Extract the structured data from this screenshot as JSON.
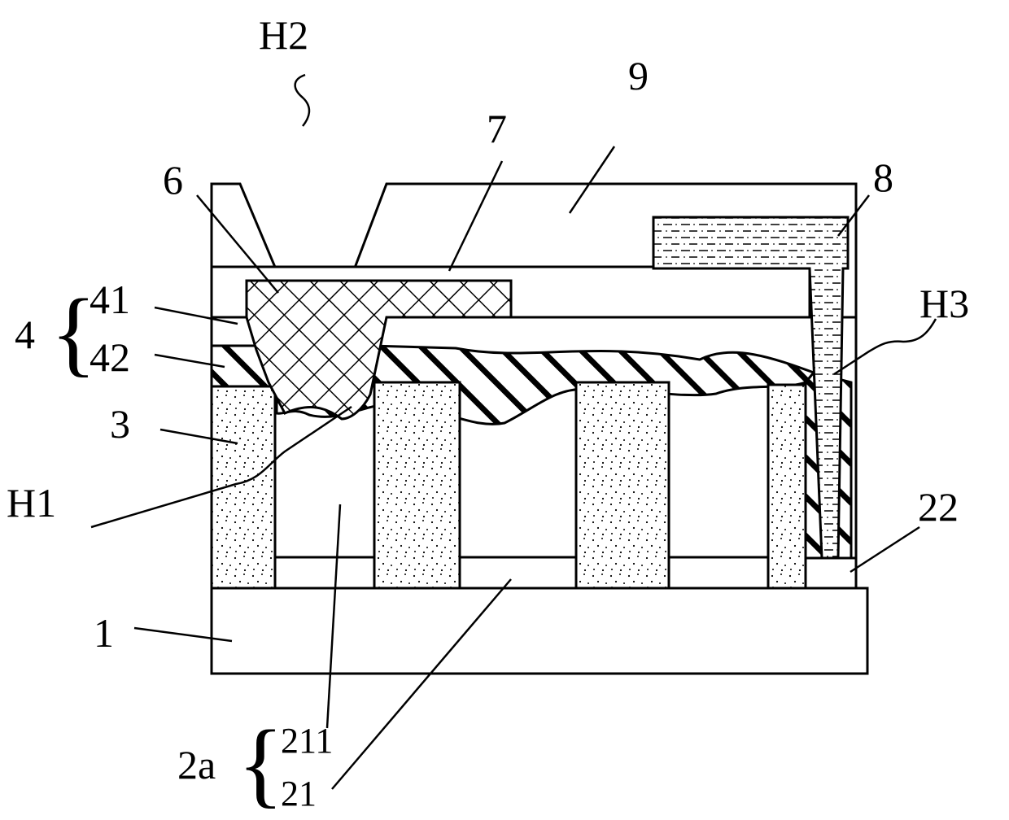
{
  "labels": {
    "h2": "H2",
    "h1": "H1",
    "h3": "H3",
    "l9": "9",
    "l8": "8",
    "l7": "7",
    "l6": "6",
    "l4": "4",
    "l41": "41",
    "l42": "42",
    "l3": "3",
    "l1": "1",
    "l22": "22",
    "l2a": "2a",
    "l211": "211",
    "l21": "21"
  }
}
